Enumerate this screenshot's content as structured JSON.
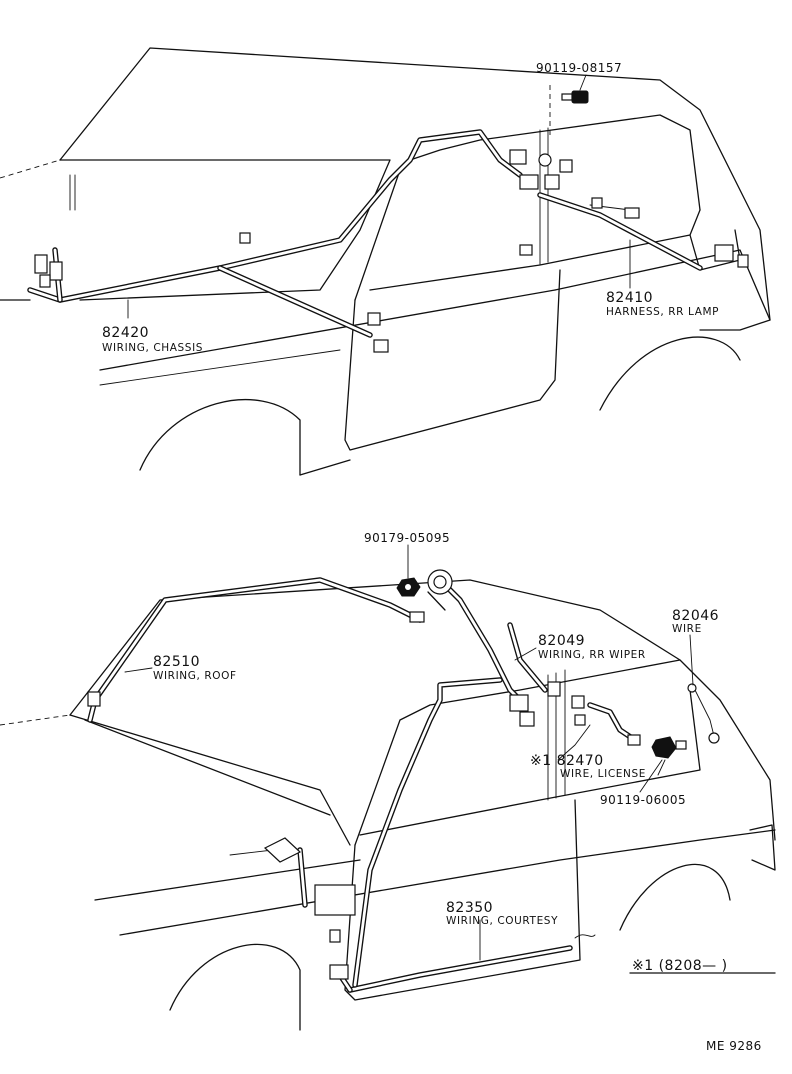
{
  "top_diagram": {
    "callouts": [
      {
        "id": "c_90119_08157",
        "part_number": "90119-08157",
        "description": ""
      },
      {
        "id": "c_82410",
        "part_number": "82410",
        "description": "HARNESS, RR LAMP"
      },
      {
        "id": "c_82420",
        "part_number": "82420",
        "description": "WIRING, CHASSIS"
      }
    ]
  },
  "bottom_diagram": {
    "callouts": [
      {
        "id": "c_90179_05095",
        "part_number": "90179-05095",
        "description": ""
      },
      {
        "id": "c_82049",
        "part_number": "82049",
        "description": "WIRING, RR WIPER"
      },
      {
        "id": "c_82046",
        "part_number": "82046",
        "description": "WIRE"
      },
      {
        "id": "c_82510",
        "part_number": "82510",
        "description": "WIRING, ROOF"
      },
      {
        "id": "c_82470",
        "part_number": "※1 82470",
        "description": "WIRE, LICENSE"
      },
      {
        "id": "c_90119_06005",
        "part_number": "90119-06005",
        "description": ""
      },
      {
        "id": "c_82350",
        "part_number": "82350",
        "description": "WIRING, COURTESY"
      }
    ],
    "footnote": "※1 (8208—      )"
  },
  "drawing_code": "ME  9286"
}
